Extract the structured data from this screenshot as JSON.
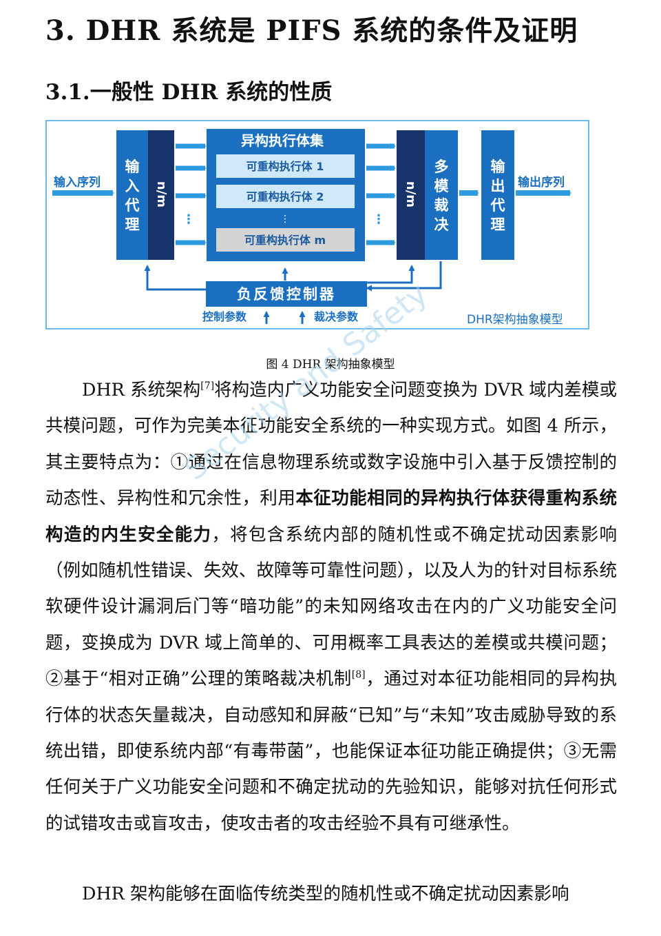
{
  "heading1": "3. DHR 系统是 PIFS 系统的条件及证明",
  "heading2": "3.1.一般性 DHR 系统的性质",
  "figure": {
    "input_seq": "输入序列",
    "input_proxy": [
      "输",
      "入",
      "代",
      "理"
    ],
    "nm_left": "n/m",
    "executor_set_title": "异构执行体集",
    "executors": [
      "可重构执行体 1",
      "可重构执行体 2",
      "可重构执行体 m"
    ],
    "vdots": "⋮",
    "nm_right": "n/m",
    "voter": [
      "多",
      "模",
      "裁",
      "决"
    ],
    "output_proxy": [
      "输",
      "出",
      "代",
      "理"
    ],
    "output_seq": "输出序列",
    "controller": "负反馈控制器",
    "control_params": "控制参数",
    "vote_params": "裁决参数",
    "model_label": "DHR架构抽象模型",
    "colors": {
      "blue": "#1a6fc0",
      "dark_navy": "#16336b",
      "light_cyan": "#cfe9fb",
      "gray": "#d4d4d4",
      "arrow": "#2e9ae0"
    }
  },
  "caption": "图 4 DHR 架构抽象模型",
  "p1": {
    "s1": "DHR 系统架构",
    "ref1": "[7]",
    "s2": "将构造内广义功能安全问题变换为 DVR 域内差模或共模问题，可作为完美本征功能安全系统的一种实现方式。如图 4 所示，其主要特点为：①通过在信息物理系统或数字设施中引入基于反馈控制的动态性、异构性和冗余性，利用",
    "bold": "本征功能相同的异构执行体获得重构系统构造的内生安全能力",
    "s3": "，将包含系统内部的随机性或不确定扰动因素影响（例如随机性错误、失效、故障等可靠性问题），以及人为的针对目标系统软硬件设计漏洞后门等“暗功能”的未知网络攻击在内的广义功能安全问题，变换成为 DVR 域上简单的、可用概率工具表达的差模或共模问题；②基于“相对正确”公理的策略裁决机制",
    "ref2": "[8]",
    "s4": "，通过对本征功能相同的异构执行体的状态矢量裁决，自动感知和屏蔽“已知”与“未知”攻击威胁导致的系统出错，即使系统内部“有毒带菌”，也能保证本征功能正确提供；③无需任何关于广义功能安全问题和不确定扰动的先验知识，能够对抗任何形式的试错攻击或盲攻击，使攻击者的攻击经验不具有可继承性。"
  },
  "p2": "DHR 架构能够在面临传统类型的随机性或不确定扰动因素影响",
  "watermark": "Security and Safety"
}
